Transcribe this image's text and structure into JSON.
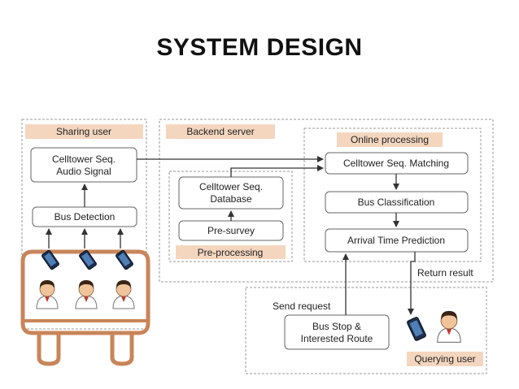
{
  "title": "SYSTEM DESIGN",
  "colors": {
    "label_fill": "#f4d6bf",
    "bus_outline": "#c8855a",
    "box_border": "#666666",
    "arrow": "#333333"
  },
  "sections": {
    "sharing_user": "Sharing user",
    "backend_server": "Backend server",
    "online_processing": "Online processing",
    "pre_processing": "Pre-processing",
    "querying_user": "Querying user"
  },
  "nodes": {
    "celltower_audio": [
      "Celltower Seq.",
      "Audio Signal"
    ],
    "bus_detection": "Bus Detection",
    "celltower_database": [
      "Celltower Seq.",
      "Database"
    ],
    "pre_survey": "Pre-survey",
    "celltower_matching": "Celltower Seq. Matching",
    "bus_classification": "Bus Classification",
    "arrival_time_prediction": "Arrival Time Prediction",
    "bus_stop_route": [
      "Bus Stop &",
      "Interested Route"
    ]
  },
  "edges": {
    "send_request": "Send request",
    "return_result": "Return result"
  },
  "icons": [
    "bus-icon",
    "phone-icon",
    "person-icon"
  ]
}
